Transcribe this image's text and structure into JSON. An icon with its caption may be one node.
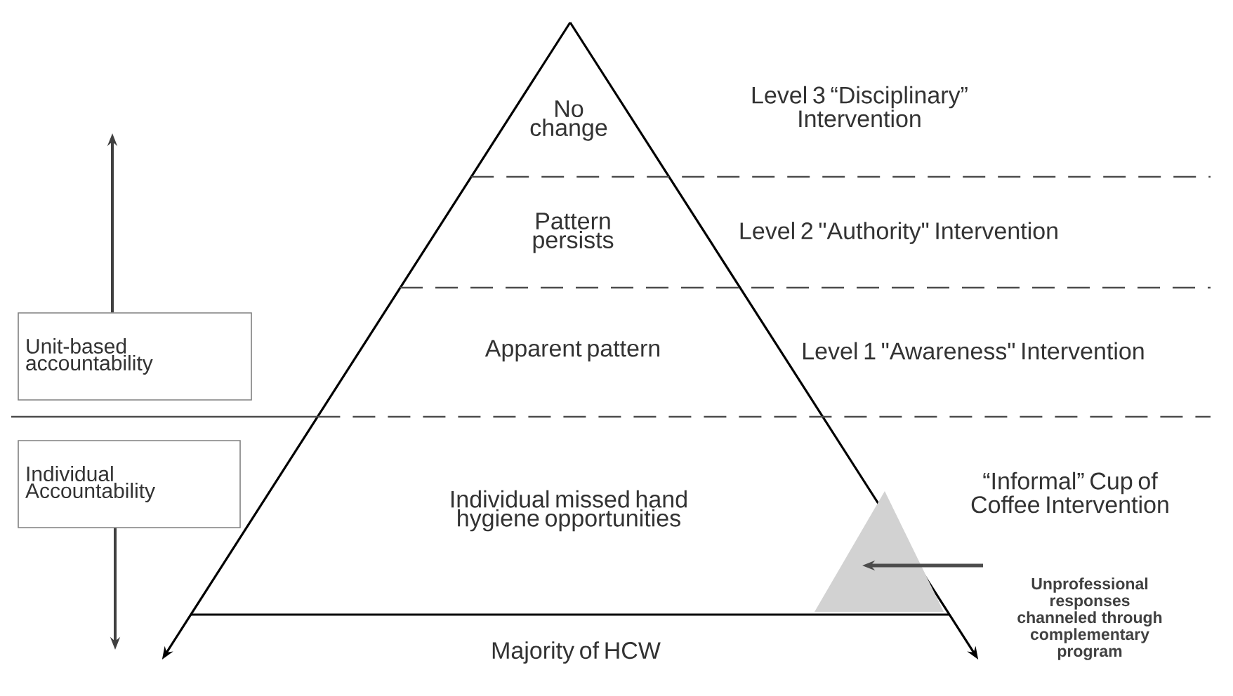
{
  "diagram": {
    "nodes": [
      {
        "text": [
          "No change"
        ]
      },
      {
        "text": [
          "Pattern persists"
        ]
      },
      {
        "text": [
          "Apparent pattern"
        ]
      },
      {
        "text": [
          "Individual missed hand hygiene opportunities"
        ]
      },
      {
        "text": [
          "Majority of HCW"
        ]
      },
      {
        "text": [
          "Unit-based accountability"
        ]
      },
      {
        "text": [
          "Individual Accountability"
        ]
      },
      {
        "text": [],
        "shape": "triangle"
      },
      {
        "text": [
          "Unprofessional responses channeled through complementary program"
        ]
      }
    ],
    "edges": [
      {
        "from": 5,
        "to": null,
        "arrow": "to"
      },
      {
        "from": 6,
        "to": null,
        "arrow": "to"
      },
      {
        "from": 8,
        "to": 7,
        "arrow": "to"
      }
    ],
    "labels": [
      "Level 3 “Disciplinary” Intervention",
      "Level 2 \"Authority\" Intervention",
      "Level 1 \"Awareness\" Intervention",
      "“Informal” Cup of Coffee Intervention"
    ]
  }
}
